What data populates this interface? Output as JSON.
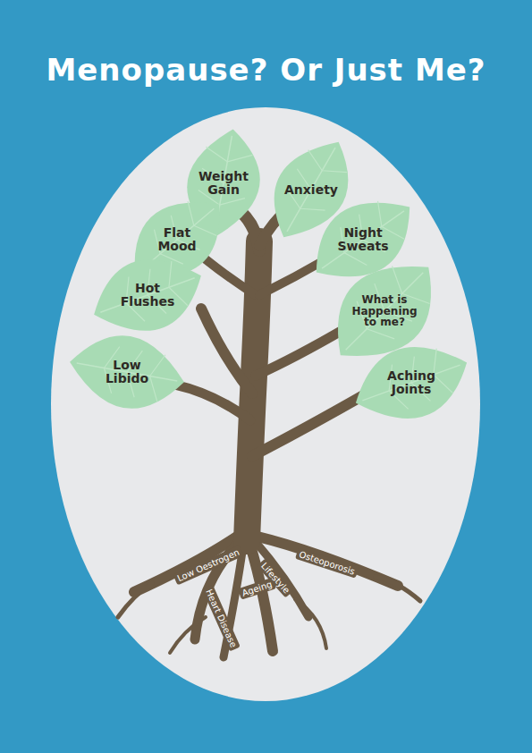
{
  "diagram": {
    "title": "Menopause? Or Just Me?",
    "nodes": [
      {
        "text": [
          "Weight Gain"
        ]
      },
      {
        "text": [
          "Anxiety"
        ]
      },
      {
        "text": [
          "Flat Mood"
        ]
      },
      {
        "text": [
          "Night Sweats"
        ]
      },
      {
        "text": [
          "Hot Flushes"
        ]
      },
      {
        "text": [
          "What is Happening to me?"
        ]
      },
      {
        "text": [
          "Low Libido"
        ]
      },
      {
        "text": [
          "Aching Joints"
        ]
      }
    ],
    "labels": [
      "Low Oestrogen",
      "Heart Disease",
      "Ageing",
      "Lifestyle",
      "Osteoporosis"
    ]
  }
}
